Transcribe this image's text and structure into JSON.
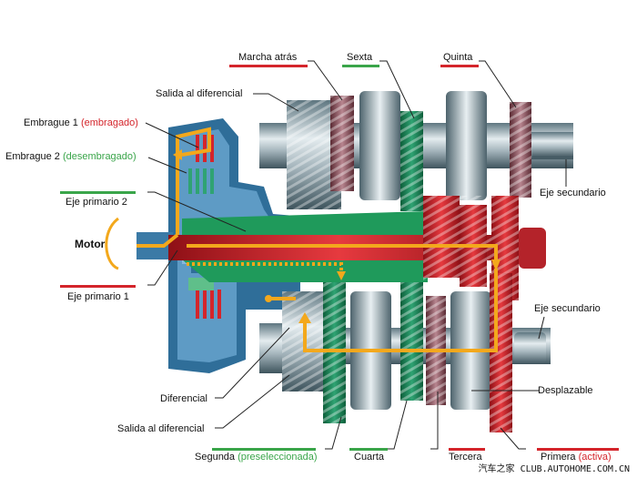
{
  "title": "Caja de cambios de doble embrague",
  "colors": {
    "active": "#d4252b",
    "preselected": "#3aa54a",
    "flow": "#f3a81c",
    "housing": "#2f6e99",
    "steel": "#9fb0b8"
  },
  "labels": {
    "marcha_atras": "Marcha atrás",
    "sexta": "Sexta",
    "quinta": "Quinta",
    "salida_top": "Salida al diferencial",
    "embrague1": "Embrague 1 ",
    "embrague1_state": "(embragado)",
    "embrague2": "Embrague 2 ",
    "embrague2_state": "(desembragado)",
    "eje_primario_2": "Eje primario 2",
    "motor": "Motor",
    "eje_primario_1": "Eje primario 1",
    "eje_secundario_top": "Eje secundario",
    "eje_secundario_bottom": "Eje secundario",
    "desplazable": "Desplazable",
    "diferencial": "Diferencial",
    "salida_bottom": "Salida al diferencial",
    "segunda": "Segunda ",
    "segunda_state": "(preseleccionada)",
    "cuarta": "Cuarta",
    "tercera": "Tercera",
    "primera": "Primera ",
    "primera_state": "(activa)"
  },
  "watermark": "汽车之家 CLUB.AUTOHOME.COM.CN"
}
